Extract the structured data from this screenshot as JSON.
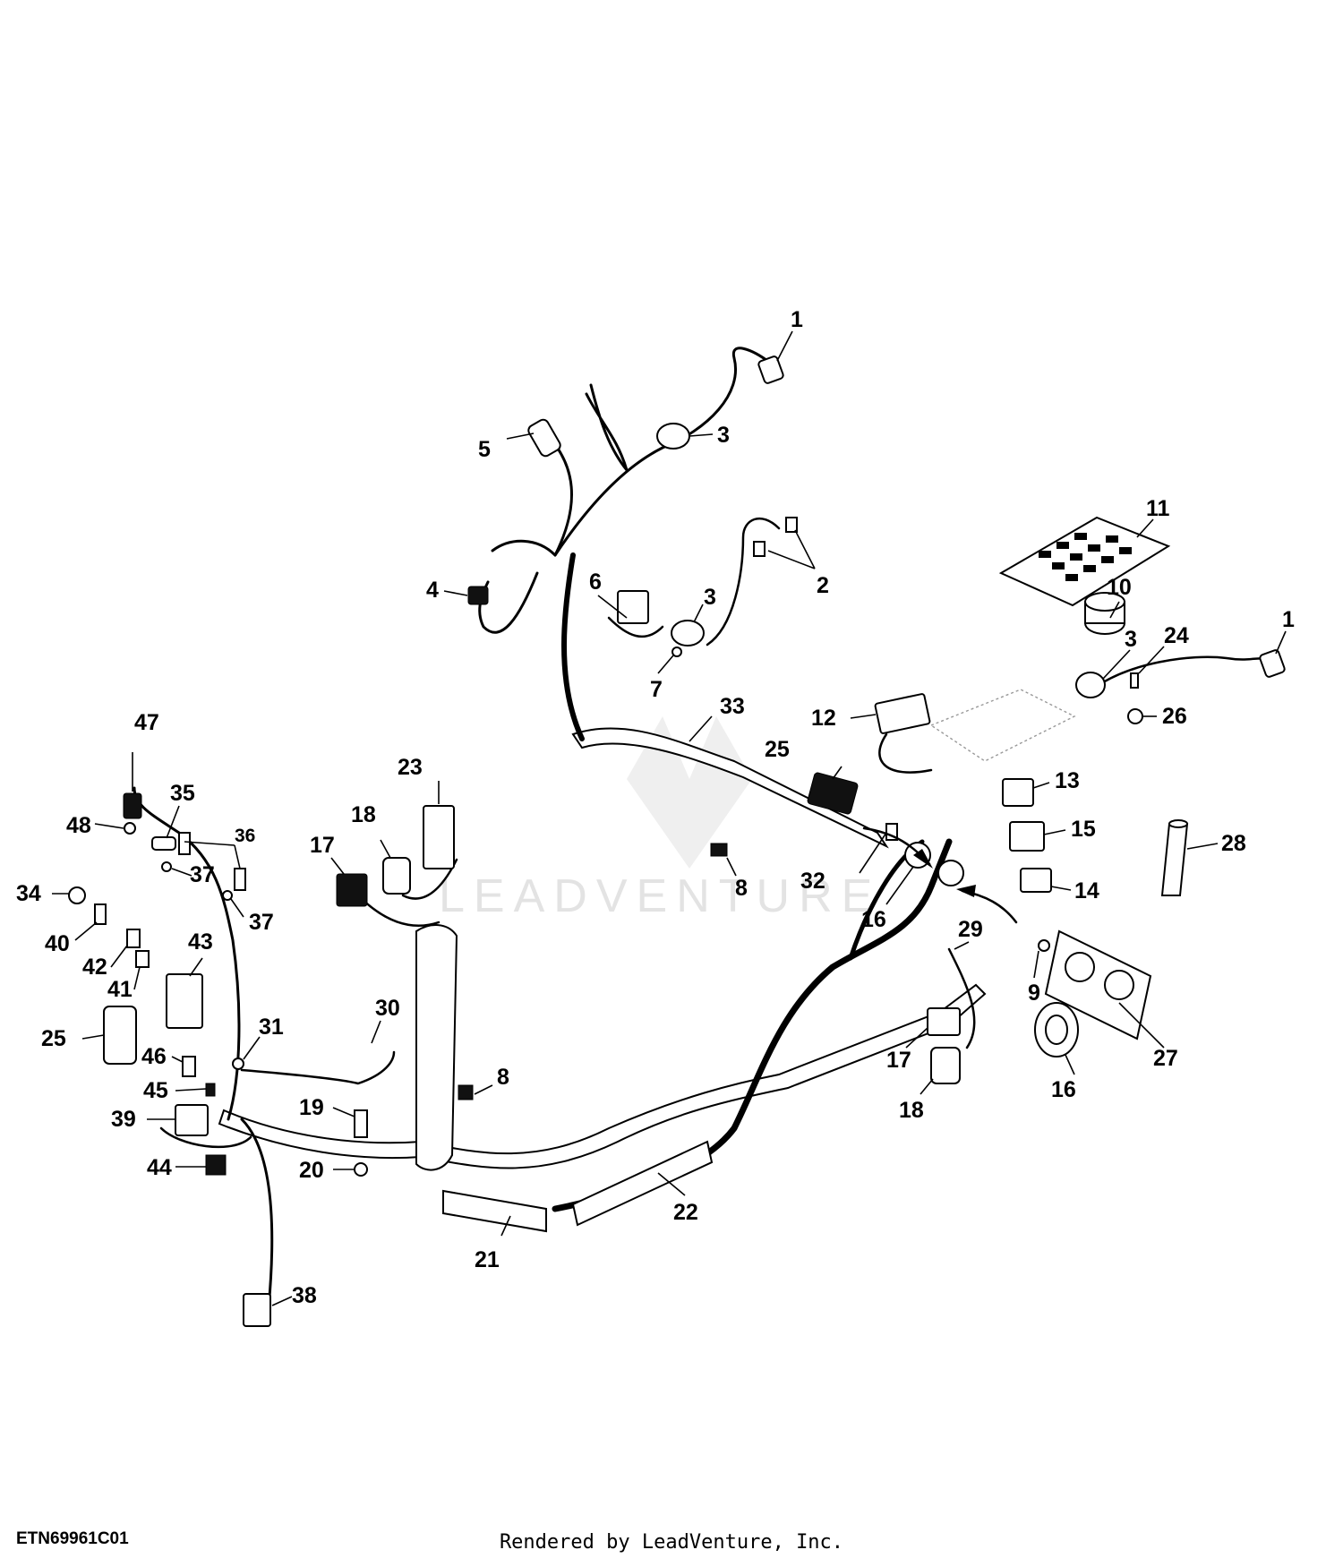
{
  "diagram": {
    "callouts": [
      {
        "id": "c1a",
        "text": "1"
      },
      {
        "id": "c1b",
        "text": "1"
      },
      {
        "id": "c2",
        "text": "2"
      },
      {
        "id": "c3a",
        "text": "3"
      },
      {
        "id": "c3b",
        "text": "3"
      },
      {
        "id": "c3c",
        "text": "3"
      },
      {
        "id": "c4",
        "text": "4"
      },
      {
        "id": "c5",
        "text": "5"
      },
      {
        "id": "c6",
        "text": "6"
      },
      {
        "id": "c7",
        "text": "7"
      },
      {
        "id": "c8a",
        "text": "8"
      },
      {
        "id": "c8b",
        "text": "8"
      },
      {
        "id": "c9",
        "text": "9"
      },
      {
        "id": "c10",
        "text": "10"
      },
      {
        "id": "c11",
        "text": "11"
      },
      {
        "id": "c12",
        "text": "12"
      },
      {
        "id": "c13",
        "text": "13"
      },
      {
        "id": "c14",
        "text": "14"
      },
      {
        "id": "c15",
        "text": "15"
      },
      {
        "id": "c16a",
        "text": "16"
      },
      {
        "id": "c16b",
        "text": "16"
      },
      {
        "id": "c17a",
        "text": "17"
      },
      {
        "id": "c17b",
        "text": "17"
      },
      {
        "id": "c18a",
        "text": "18"
      },
      {
        "id": "c18b",
        "text": "18"
      },
      {
        "id": "c19",
        "text": "19"
      },
      {
        "id": "c20",
        "text": "20"
      },
      {
        "id": "c21",
        "text": "21"
      },
      {
        "id": "c22",
        "text": "22"
      },
      {
        "id": "c23",
        "text": "23"
      },
      {
        "id": "c24",
        "text": "24"
      },
      {
        "id": "c25a",
        "text": "25"
      },
      {
        "id": "c25b",
        "text": "25"
      },
      {
        "id": "c26",
        "text": "26"
      },
      {
        "id": "c27",
        "text": "27"
      },
      {
        "id": "c28",
        "text": "28"
      },
      {
        "id": "c29",
        "text": "29"
      },
      {
        "id": "c30",
        "text": "30"
      },
      {
        "id": "c31",
        "text": "31"
      },
      {
        "id": "c32",
        "text": "32"
      },
      {
        "id": "c33",
        "text": "33"
      },
      {
        "id": "c34",
        "text": "34"
      },
      {
        "id": "c35",
        "text": "35"
      },
      {
        "id": "c36",
        "text": "36"
      },
      {
        "id": "c37a",
        "text": "37"
      },
      {
        "id": "c37b",
        "text": "37"
      },
      {
        "id": "c38",
        "text": "38"
      },
      {
        "id": "c39",
        "text": "39"
      },
      {
        "id": "c40",
        "text": "40"
      },
      {
        "id": "c41",
        "text": "41"
      },
      {
        "id": "c42",
        "text": "42"
      },
      {
        "id": "c43",
        "text": "43"
      },
      {
        "id": "c44",
        "text": "44"
      },
      {
        "id": "c45",
        "text": "45"
      },
      {
        "id": "c46",
        "text": "46"
      },
      {
        "id": "c47",
        "text": "47"
      },
      {
        "id": "c48",
        "text": "48"
      }
    ],
    "watermark": "LEADVENTURE"
  },
  "footer": {
    "figure_id": "ETN69961C01",
    "credit": "Rendered by LeadVenture, Inc."
  }
}
